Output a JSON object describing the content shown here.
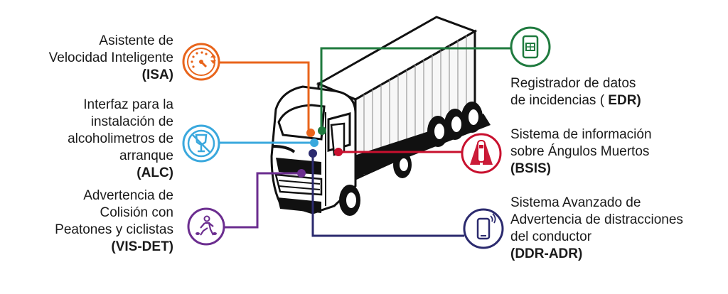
{
  "colors": {
    "isa": "#e8641b",
    "alc": "#3aa8dd",
    "vis": "#6b2d8f",
    "edr": "#1f7a3e",
    "bsis": "#c8102e",
    "ddr": "#2b2a6e"
  },
  "features": {
    "isa": {
      "lines": [
        "Asistente de",
        "Velocidad  Inteligente"
      ],
      "abbr": "(ISA)",
      "icon": "speedometer-icon"
    },
    "alc": {
      "lines": [
        "Interfaz para la",
        "instalación de",
        "alcoholimetros de",
        "arranque"
      ],
      "abbr": "(ALC)",
      "icon": "no-alcohol-icon"
    },
    "vis": {
      "lines": [
        "Advertencia de",
        "Colisión con",
        "Peatones y ciclistas"
      ],
      "abbr": "(VIS-DET)",
      "icon": "pedestrian-icon"
    },
    "edr": {
      "lines": [
        "Registrador de datos"
      ],
      "last_prefix": "de incidencias ( ",
      "abbr": "EDR)",
      "icon": "data-chip-icon"
    },
    "bsis": {
      "lines": [
        "Sistema de información",
        "sobre Ángulos Muertos"
      ],
      "abbr": "(BSIS)",
      "icon": "blind-spot-icon"
    },
    "ddr": {
      "lines": [
        "Sistema Avanzado de",
        "Advertencia de distracciones",
        "del conductor"
      ],
      "abbr": "(DDR-ADR)",
      "icon": "smartphone-icon"
    }
  }
}
